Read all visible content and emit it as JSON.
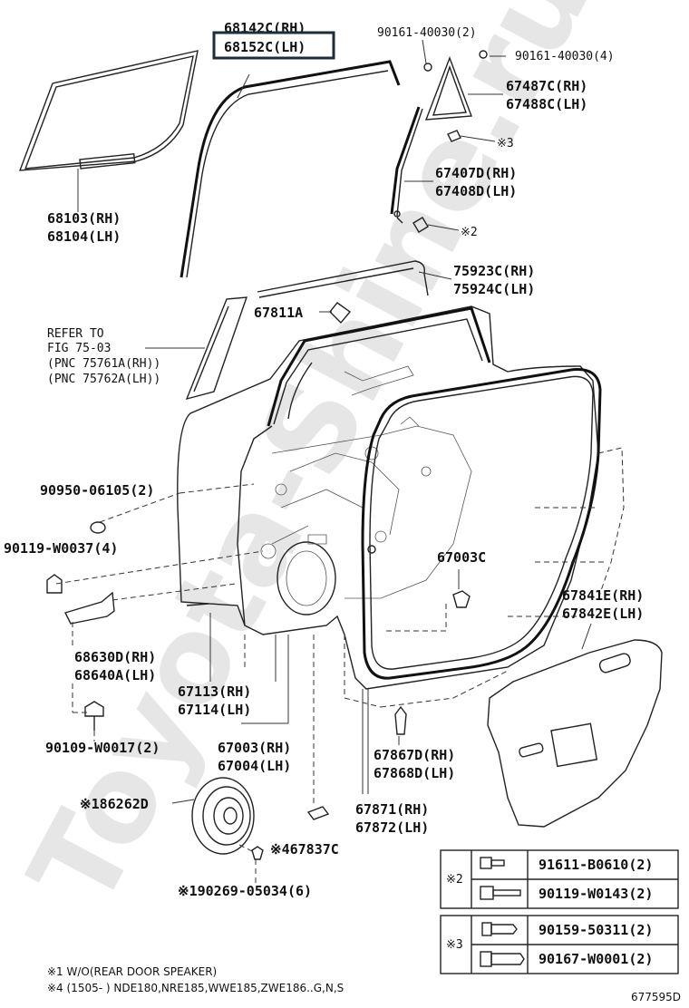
{
  "watermark": "Toyota-Shine.ru",
  "labels": {
    "p68142c": "68142C(RH)",
    "p68152c": "68152C(LH)",
    "p68103": "68103(RH)",
    "p68104": "68104(LH)",
    "p90161_2": "90161-40030(2)",
    "p90161_4": "90161-40030(4)",
    "p67487c": "67487C(RH)",
    "p67488c": "67488C(LH)",
    "mark3_screw": "※3",
    "p67407d": "67407D(RH)",
    "p67408d": "67408D(LH)",
    "mark2_bolt": "※2",
    "p75923c": "75923C(RH)",
    "p75924c": "75924C(LH)",
    "p67811a": "67811A",
    "refer_to": "REFER TO",
    "fig": "FIG 75-03",
    "pnc1": "(PNC 75761A(RH))",
    "pnc2": "(PNC 75762A(LH))",
    "p90950": "90950-06105(2)",
    "p90119": "90119-W0037(4)",
    "p67003c": "67003C",
    "p67841e": "67841E(RH)",
    "p67842e": "67842E(LH)",
    "p68630d": "68630D(RH)",
    "p68640a": "68640A(LH)",
    "p67113": "67113(RH)",
    "p67114": "67114(LH)",
    "p90109": "90109-W0017(2)",
    "p67003rh": "67003(RH)",
    "p67004": "67004(LH)",
    "p67867d": "67867D(RH)",
    "p67868d": "67868D(LH)",
    "p86262d": "※186262D",
    "p67871": "67871(RH)",
    "p67872": "67872(LH)",
    "p67837c": "※467837C",
    "p90269": "※190269-05034(6)",
    "note1": "※1 W/O(REAR DOOR SPEAKER)",
    "note4": "※4 (1505-      ) NDE180,NRE185,WWE185,ZWE186..G,N,S",
    "diagram_id": "677595D"
  },
  "legend": {
    "group2_mark": "※2",
    "group3_mark": "※3",
    "rows": [
      {
        "part": "91611-B0610(2)"
      },
      {
        "part": "90119-W0143(2)"
      },
      {
        "part": "90159-50311(2)"
      },
      {
        "part": "90167-W0001(2)"
      }
    ]
  }
}
